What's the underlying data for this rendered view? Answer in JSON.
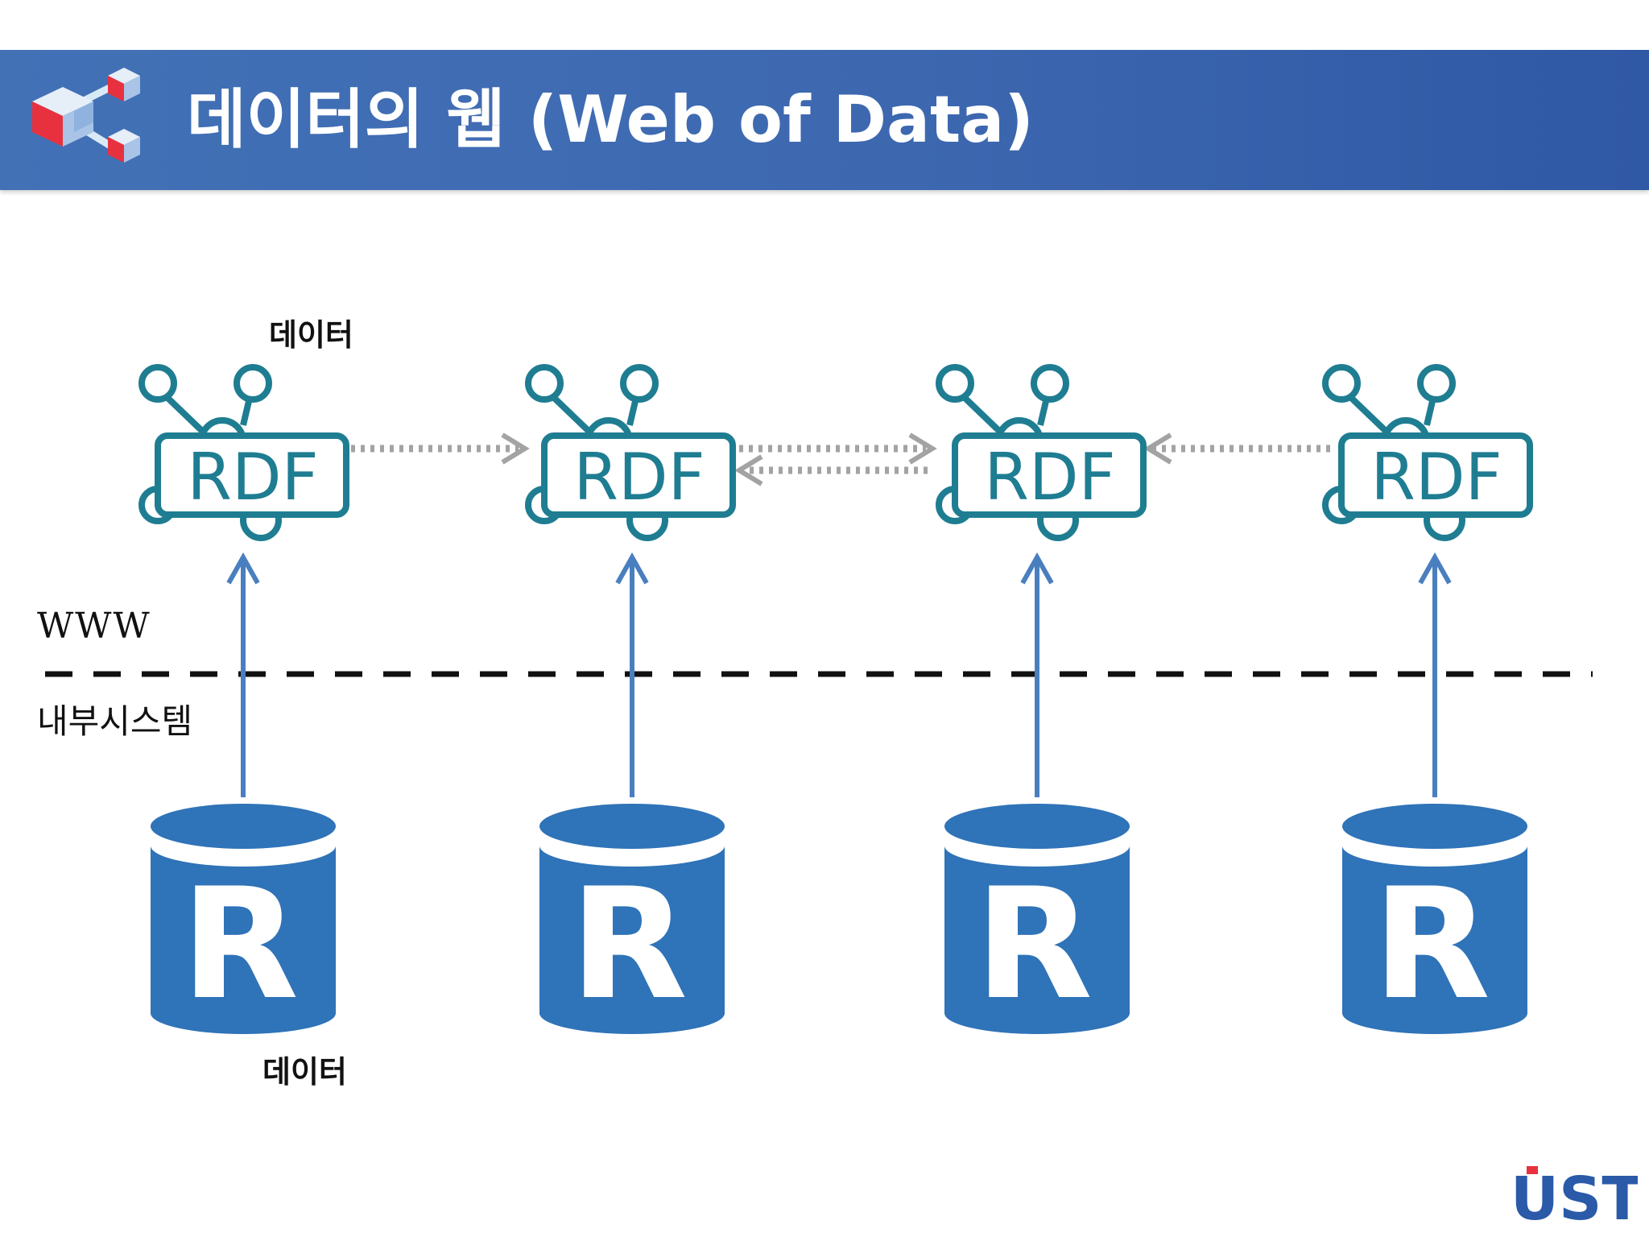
{
  "title": "데이터의 웹 (Web of Data)",
  "labels": {
    "data_top": "데이터",
    "data_bottom": "데이터",
    "www": "WWW",
    "internal_system": "내부시스템"
  },
  "rdf_nodes": [
    "RDF",
    "RDF",
    "RDF",
    "RDF"
  ],
  "databases": [
    "R",
    "R",
    "R",
    "R"
  ],
  "logo_text": "UST",
  "colors": {
    "title_bar": "#3d68b0",
    "rdf_teal": "#1f7d92",
    "db_blue": "#2f73b8",
    "arrow_blue": "#4a7fbf",
    "link_gray": "#a3a3a3",
    "divider": "#111111"
  },
  "icons": {
    "title_icon": "connected-cubes-icon",
    "rdf_node_icon": "rdf-node-icon",
    "database_icon": "database-icon"
  }
}
